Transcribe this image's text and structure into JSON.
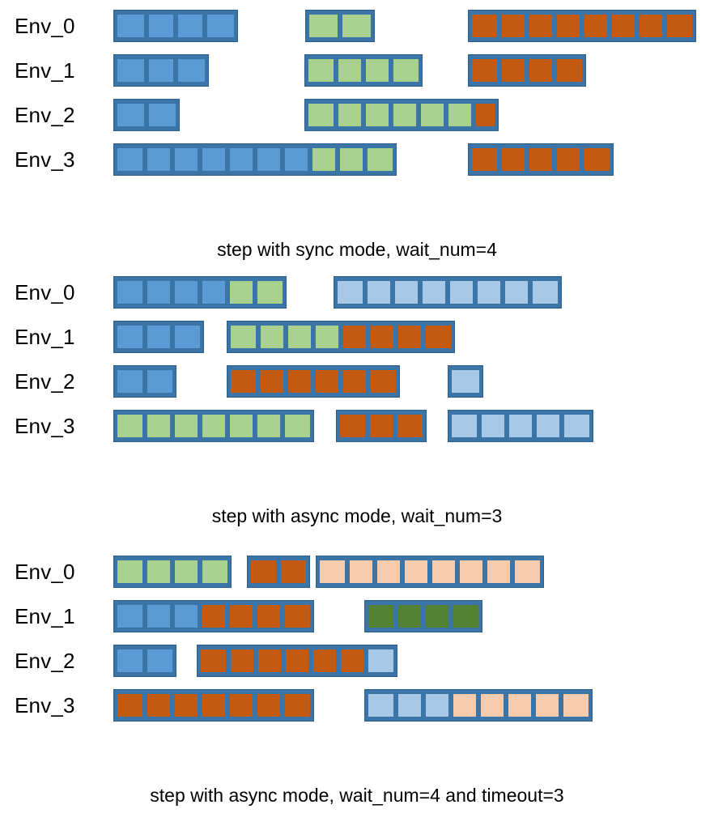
{
  "figure": {
    "title": "",
    "colors": {
      "blue": "#5b9bd5",
      "green": "#a9d18e",
      "orange": "#c55a11",
      "light_blue": "#a9c8e8",
      "peach": "#f8cbad",
      "dark_green": "#548235",
      "outline": "#3b75a8",
      "background": "#ffffff"
    },
    "row_labels": [
      "Env_0",
      "Env_1",
      "Env_2",
      "Env_3"
    ]
  },
  "panels": [
    {
      "id": "panel-sync",
      "caption": "step with sync mode, wait_num=4",
      "rows": [
        {
          "label": "Env_0",
          "groups": [
            {
              "start": 140,
              "cells": [
                {
                  "color": "blue",
                  "w": 36
                },
                {
                  "color": "blue",
                  "w": 36
                },
                {
                  "color": "blue",
                  "w": 36
                },
                {
                  "color": "blue",
                  "w": 36
                }
              ]
            },
            {
              "start": 377,
              "cells": [
                {
                  "color": "green",
                  "w": 38
                },
                {
                  "color": "green",
                  "w": 38
                }
              ]
            },
            {
              "start": 578,
              "cells": [
                {
                  "color": "orange",
                  "w": 34
                },
                {
                  "color": "orange",
                  "w": 34
                },
                {
                  "color": "orange",
                  "w": 34
                },
                {
                  "color": "orange",
                  "w": 34
                },
                {
                  "color": "orange",
                  "w": 34
                },
                {
                  "color": "orange",
                  "w": 34
                },
                {
                  "color": "orange",
                  "w": 34
                },
                {
                  "color": "orange",
                  "w": 34
                }
              ]
            }
          ]
        },
        {
          "label": "Env_1",
          "groups": [
            {
              "start": 140,
              "cells": [
                {
                  "color": "blue",
                  "w": 36
                },
                {
                  "color": "blue",
                  "w": 36
                },
                {
                  "color": "blue",
                  "w": 36
                }
              ]
            },
            {
              "start": 376,
              "cells": [
                {
                  "color": "green",
                  "w": 34
                },
                {
                  "color": "green",
                  "w": 34
                },
                {
                  "color": "green",
                  "w": 34
                },
                {
                  "color": "green",
                  "w": 34
                }
              ]
            },
            {
              "start": 578,
              "cells": [
                {
                  "color": "orange",
                  "w": 34
                },
                {
                  "color": "orange",
                  "w": 34
                },
                {
                  "color": "orange",
                  "w": 34
                },
                {
                  "color": "orange",
                  "w": 34
                }
              ]
            }
          ]
        },
        {
          "label": "Env_2",
          "groups": [
            {
              "start": 140,
              "cells": [
                {
                  "color": "blue",
                  "w": 36
                },
                {
                  "color": "blue",
                  "w": 36
                }
              ]
            },
            {
              "start": 376,
              "cells": [
                {
                  "color": "green",
                  "w": 34
                },
                {
                  "color": "green",
                  "w": 34
                },
                {
                  "color": "green",
                  "w": 34
                },
                {
                  "color": "green",
                  "w": 34
                },
                {
                  "color": "green",
                  "w": 34
                },
                {
                  "color": "green",
                  "w": 34
                },
                {
                  "color": "orange",
                  "w": 26
                }
              ]
            }
          ]
        },
        {
          "label": "Env_3",
          "groups": [
            {
              "start": 140,
              "cells": [
                {
                  "color": "blue",
                  "w": 34
                },
                {
                  "color": "blue",
                  "w": 34
                },
                {
                  "color": "blue",
                  "w": 34
                },
                {
                  "color": "blue",
                  "w": 34
                },
                {
                  "color": "blue",
                  "w": 34
                },
                {
                  "color": "blue",
                  "w": 34
                },
                {
                  "color": "blue",
                  "w": 34
                },
                {
                  "color": "green",
                  "w": 34
                },
                {
                  "color": "green",
                  "w": 34
                },
                {
                  "color": "green",
                  "w": 34
                }
              ]
            },
            {
              "start": 578,
              "cells": [
                {
                  "color": "orange",
                  "w": 34
                },
                {
                  "color": "orange",
                  "w": 34
                },
                {
                  "color": "orange",
                  "w": 34
                },
                {
                  "color": "orange",
                  "w": 34
                },
                {
                  "color": "orange",
                  "w": 34
                }
              ]
            }
          ]
        }
      ]
    },
    {
      "id": "panel-async-wait3",
      "caption": "step with async mode, wait_num=3",
      "rows": [
        {
          "label": "Env_0",
          "groups": [
            {
              "start": 140,
              "cells": [
                {
                  "color": "blue",
                  "w": 34
                },
                {
                  "color": "blue",
                  "w": 34
                },
                {
                  "color": "blue",
                  "w": 34
                },
                {
                  "color": "blue",
                  "w": 34
                },
                {
                  "color": "green",
                  "w": 34
                },
                {
                  "color": "green",
                  "w": 34
                }
              ]
            },
            {
              "start": 412,
              "cells": [
                {
                  "color": "light_blue",
                  "w": 34
                },
                {
                  "color": "light_blue",
                  "w": 34
                },
                {
                  "color": "light_blue",
                  "w": 34
                },
                {
                  "color": "light_blue",
                  "w": 34
                },
                {
                  "color": "light_blue",
                  "w": 34
                },
                {
                  "color": "light_blue",
                  "w": 34
                },
                {
                  "color": "light_blue",
                  "w": 34
                },
                {
                  "color": "light_blue",
                  "w": 34
                }
              ]
            }
          ]
        },
        {
          "label": "Env_1",
          "groups": [
            {
              "start": 140,
              "cells": [
                {
                  "color": "blue",
                  "w": 34
                },
                {
                  "color": "blue",
                  "w": 34
                },
                {
                  "color": "blue",
                  "w": 34
                }
              ]
            },
            {
              "start": 280,
              "cells": [
                {
                  "color": "green",
                  "w": 34
                },
                {
                  "color": "green",
                  "w": 34
                },
                {
                  "color": "green",
                  "w": 34
                },
                {
                  "color": "green",
                  "w": 34
                },
                {
                  "color": "orange",
                  "w": 34
                },
                {
                  "color": "orange",
                  "w": 34
                },
                {
                  "color": "orange",
                  "w": 34
                },
                {
                  "color": "orange",
                  "w": 34
                }
              ]
            }
          ]
        },
        {
          "label": "Env_2",
          "groups": [
            {
              "start": 140,
              "cells": [
                {
                  "color": "blue",
                  "w": 34
                },
                {
                  "color": "blue",
                  "w": 34
                }
              ]
            },
            {
              "start": 280,
              "cells": [
                {
                  "color": "orange",
                  "w": 34
                },
                {
                  "color": "orange",
                  "w": 34
                },
                {
                  "color": "orange",
                  "w": 34
                },
                {
                  "color": "orange",
                  "w": 34
                },
                {
                  "color": "orange",
                  "w": 34
                },
                {
                  "color": "orange",
                  "w": 34
                }
              ]
            },
            {
              "start": 553,
              "cells": [
                {
                  "color": "light_blue",
                  "w": 34
                }
              ]
            }
          ]
        },
        {
          "label": "Env_3",
          "groups": [
            {
              "start": 140,
              "cells": [
                {
                  "color": "green",
                  "w": 34
                },
                {
                  "color": "green",
                  "w": 34
                },
                {
                  "color": "green",
                  "w": 34
                },
                {
                  "color": "green",
                  "w": 34
                },
                {
                  "color": "green",
                  "w": 34
                },
                {
                  "color": "green",
                  "w": 34
                },
                {
                  "color": "green",
                  "w": 34
                }
              ]
            },
            {
              "start": 415,
              "cells": [
                {
                  "color": "orange",
                  "w": 34
                },
                {
                  "color": "orange",
                  "w": 34
                },
                {
                  "color": "orange",
                  "w": 34
                }
              ]
            },
            {
              "start": 553,
              "cells": [
                {
                  "color": "light_blue",
                  "w": 34
                },
                {
                  "color": "light_blue",
                  "w": 34
                },
                {
                  "color": "light_blue",
                  "w": 34
                },
                {
                  "color": "light_blue",
                  "w": 34
                },
                {
                  "color": "light_blue",
                  "w": 34
                }
              ]
            }
          ]
        }
      ]
    },
    {
      "id": "panel-async-wait4-timeout3",
      "caption": "step with async mode, wait_num=4 and timeout=3",
      "rows": [
        {
          "label": "Env_0",
          "groups": [
            {
              "start": 140,
              "cells": [
                {
                  "color": "green",
                  "w": 34
                },
                {
                  "color": "green",
                  "w": 34
                },
                {
                  "color": "green",
                  "w": 34
                },
                {
                  "color": "green",
                  "w": 34
                }
              ]
            },
            {
              "start": 305,
              "cells": [
                {
                  "color": "orange",
                  "w": 34
                },
                {
                  "color": "orange",
                  "w": 34
                }
              ]
            },
            {
              "start": 390,
              "cells": [
                {
                  "color": "peach",
                  "w": 34
                },
                {
                  "color": "peach",
                  "w": 34
                },
                {
                  "color": "peach",
                  "w": 34
                },
                {
                  "color": "peach",
                  "w": 34
                },
                {
                  "color": "peach",
                  "w": 34
                },
                {
                  "color": "peach",
                  "w": 34
                },
                {
                  "color": "peach",
                  "w": 34
                },
                {
                  "color": "peach",
                  "w": 34
                }
              ]
            }
          ]
        },
        {
          "label": "Env_1",
          "groups": [
            {
              "start": 140,
              "cells": [
                {
                  "color": "blue",
                  "w": 34
                },
                {
                  "color": "blue",
                  "w": 34
                },
                {
                  "color": "blue",
                  "w": 34
                },
                {
                  "color": "orange",
                  "w": 34
                },
                {
                  "color": "orange",
                  "w": 34
                },
                {
                  "color": "orange",
                  "w": 34
                },
                {
                  "color": "orange",
                  "w": 34
                }
              ]
            },
            {
              "start": 450,
              "cells": [
                {
                  "color": "dark_green",
                  "w": 34
                },
                {
                  "color": "dark_green",
                  "w": 34
                },
                {
                  "color": "dark_green",
                  "w": 34
                },
                {
                  "color": "dark_green",
                  "w": 34
                }
              ]
            }
          ]
        },
        {
          "label": "Env_2",
          "groups": [
            {
              "start": 140,
              "cells": [
                {
                  "color": "blue",
                  "w": 34
                },
                {
                  "color": "blue",
                  "w": 34
                }
              ]
            },
            {
              "start": 243,
              "cells": [
                {
                  "color": "orange",
                  "w": 34
                },
                {
                  "color": "orange",
                  "w": 34
                },
                {
                  "color": "orange",
                  "w": 34
                },
                {
                  "color": "orange",
                  "w": 34
                },
                {
                  "color": "orange",
                  "w": 34
                },
                {
                  "color": "orange",
                  "w": 34
                },
                {
                  "color": "light_blue",
                  "w": 34
                }
              ]
            }
          ]
        },
        {
          "label": "Env_3",
          "groups": [
            {
              "start": 140,
              "cells": [
                {
                  "color": "orange",
                  "w": 34
                },
                {
                  "color": "orange",
                  "w": 34
                },
                {
                  "color": "orange",
                  "w": 34
                },
                {
                  "color": "orange",
                  "w": 34
                },
                {
                  "color": "orange",
                  "w": 34
                },
                {
                  "color": "orange",
                  "w": 34
                },
                {
                  "color": "orange",
                  "w": 34
                }
              ]
            },
            {
              "start": 450,
              "cells": [
                {
                  "color": "light_blue",
                  "w": 34
                },
                {
                  "color": "light_blue",
                  "w": 34
                },
                {
                  "color": "light_blue",
                  "w": 34
                },
                {
                  "color": "peach",
                  "w": 34
                },
                {
                  "color": "peach",
                  "w": 34
                },
                {
                  "color": "peach",
                  "w": 34
                },
                {
                  "color": "peach",
                  "w": 34
                },
                {
                  "color": "peach",
                  "w": 34
                }
              ]
            }
          ]
        }
      ]
    }
  ]
}
